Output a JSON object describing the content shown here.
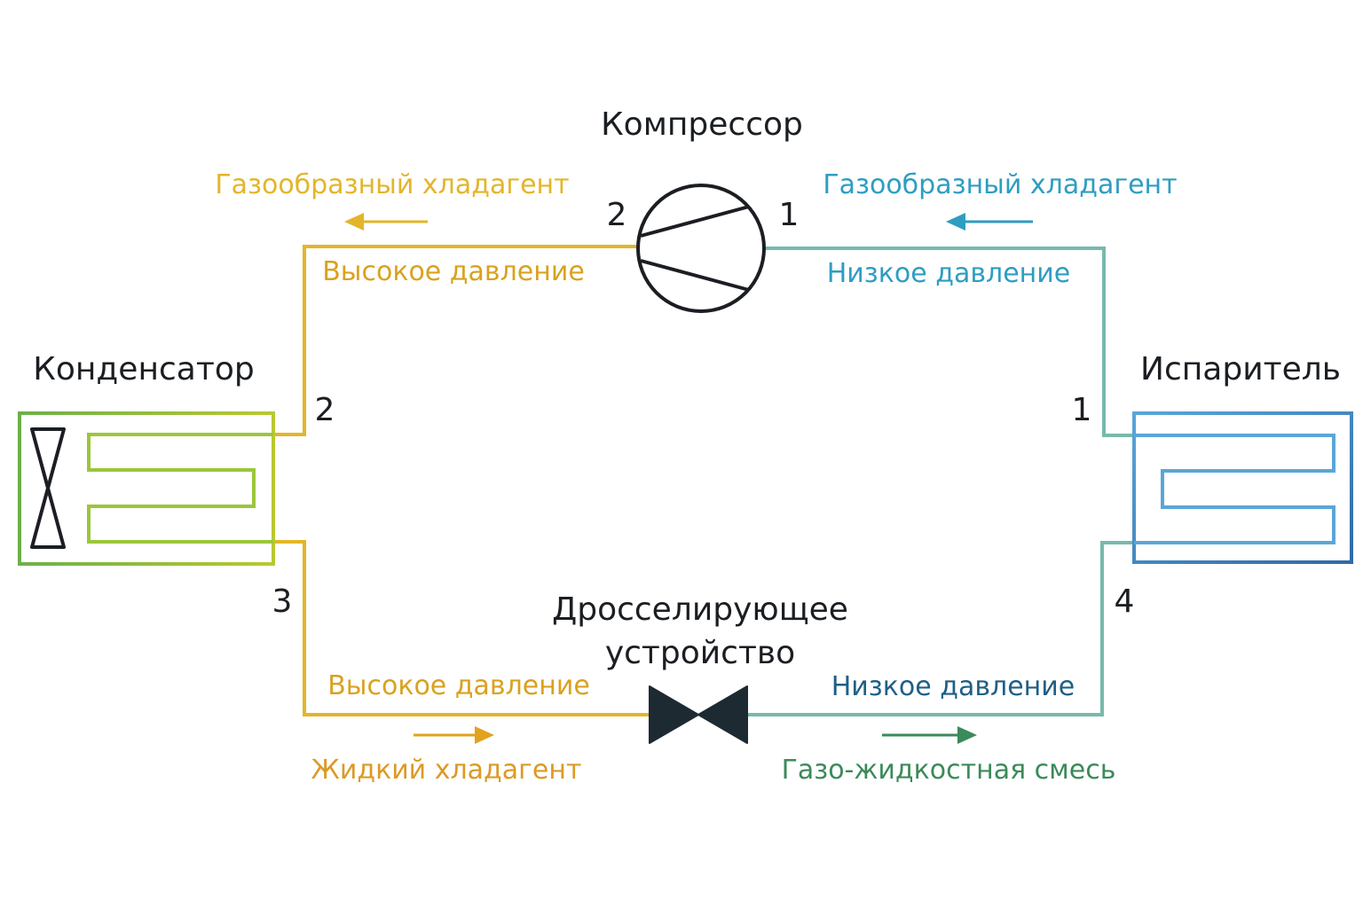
{
  "compressor": {
    "title": "Компрессор",
    "port_in": "1",
    "port_out": "2"
  },
  "condenser": {
    "title": "Конденсатор",
    "port_in": "2",
    "port_out": "3"
  },
  "evaporator": {
    "title": "Испаритель",
    "port_in": "4",
    "port_out": "1"
  },
  "throttle": {
    "title_line1": "Дросселирующее",
    "title_line2": "устройство"
  },
  "top_left": {
    "state": "Газообразный хладагент",
    "pressure": "Высокое давление"
  },
  "top_right": {
    "state": "Газообразный хладагент",
    "pressure": "Низкое давление"
  },
  "bottom_left": {
    "state": "Жидкий хладагент",
    "pressure": "Высокое давление"
  },
  "bottom_right": {
    "state": "Газо-жидкостная смесь",
    "pressure": "Низкое давление"
  },
  "colors": {
    "high_pressure": "#e3b52a",
    "high_pressure_text": "#d9a21e",
    "low_pressure_line": "#77b9ad",
    "low_pressure_text": "#2e9dc2",
    "low_pressure_bottom_text": "#1f5f86",
    "mixture": "#3b8a5a",
    "condenser": "#8fc13e",
    "evaporator": "#4f8fd0",
    "dark": "#1b1e22"
  }
}
